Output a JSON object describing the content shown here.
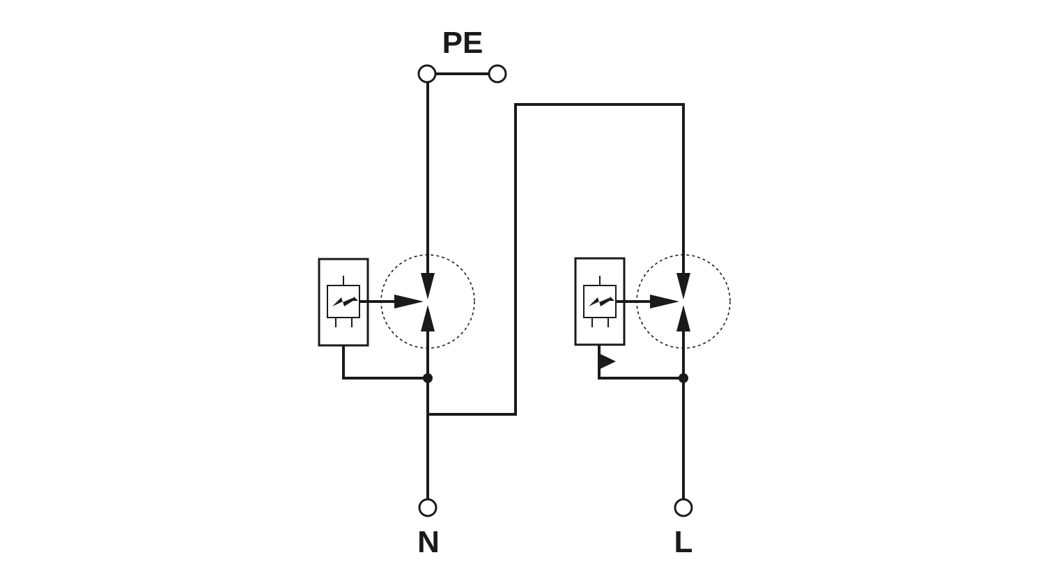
{
  "diagram": {
    "labels": {
      "pe": "PE",
      "n": "N",
      "l": "L"
    },
    "colors": {
      "line": "#1a1a1a",
      "background": "#ffffff"
    }
  }
}
